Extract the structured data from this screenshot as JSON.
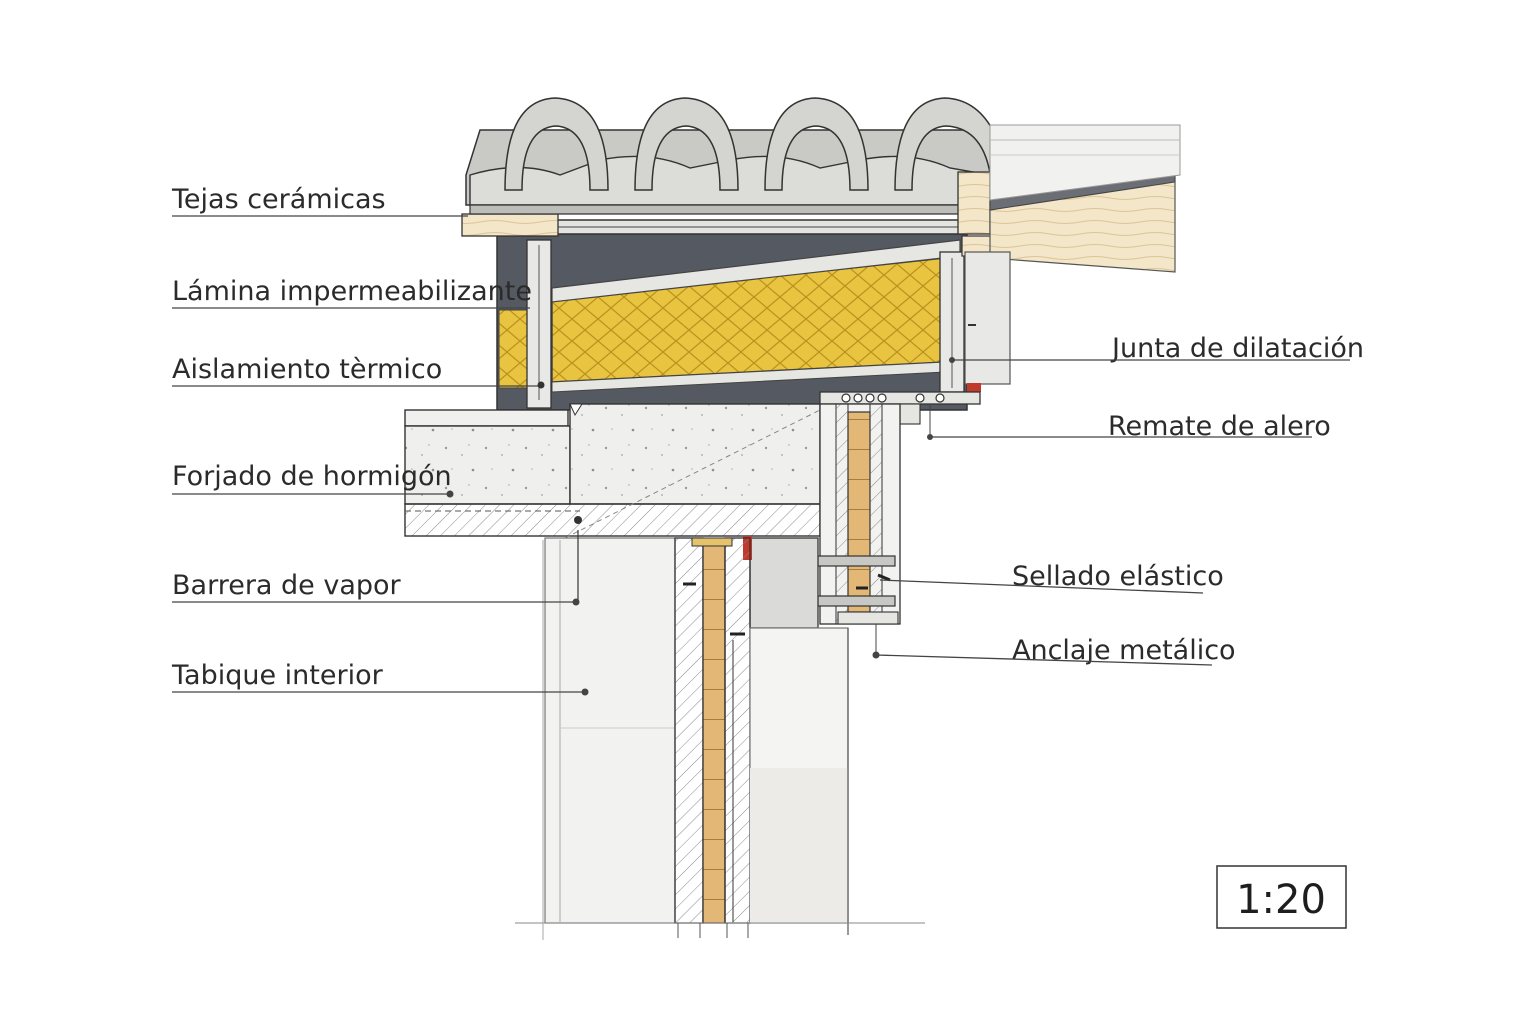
{
  "labels": {
    "tejas": "Tejas cerámicas",
    "lamina": "Lámina impermeabilizante",
    "aislamiento": "Aislamiento tèrmico",
    "forjado": "Forjado de hormigón",
    "barrera": "Barrera de vapor",
    "tabique": "Tabique interior",
    "junta": "Junta de dilatación",
    "remate": "Remate de alero",
    "sellado": "Sellado elástico",
    "anclaje": "Anclaje metálico"
  },
  "scale": "1:20",
  "colors": {
    "line": "#3a3a3a",
    "tile": "#d8d8d6",
    "tile_shadow": "#b9b9b6",
    "membrane_fill": "#54575e",
    "insulation": "#e7c23c",
    "concrete": "#ececea",
    "timber": "#e2b978",
    "wood_eave": "#f2e3c4",
    "sealant": "#c0392b"
  }
}
